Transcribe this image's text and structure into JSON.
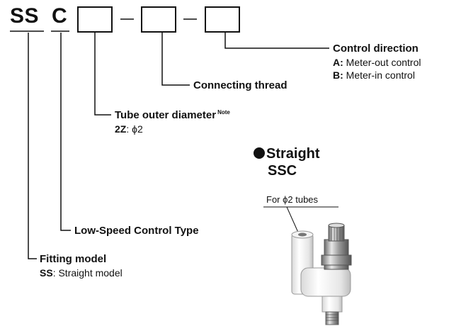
{
  "code": {
    "prefix_ss": "SS",
    "prefix_c": "C"
  },
  "control_direction": {
    "title": "Control direction",
    "options": [
      {
        "code": "A:",
        "text": "Meter-out control"
      },
      {
        "code": "B:",
        "text": "Meter-in control"
      }
    ]
  },
  "connecting_thread": {
    "title": "Connecting thread"
  },
  "tube_outer_diameter": {
    "title": "Tube outer diameter",
    "note": "Note",
    "option_code": "2Z",
    "option_text": ": ϕ2"
  },
  "low_speed": {
    "title": "Low-Speed Control Type"
  },
  "fitting_model": {
    "title": "Fitting model",
    "option_code": "SS",
    "option_text": ": Straight model"
  },
  "product": {
    "title_line1": "Straight",
    "title_line2": "SSC",
    "callout": "For ϕ2 tubes"
  }
}
